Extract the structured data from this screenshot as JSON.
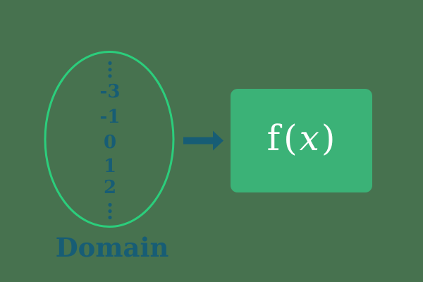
{
  "colors": {
    "background": "#47724F",
    "ellipse_stroke": "#2BCE7C",
    "function_box_fill": "#3BB277",
    "teal_text": "#175D75",
    "function_text": "#FFFFFF"
  },
  "domain_set": {
    "label": "Domain",
    "continuation_top": "⋮",
    "values": [
      "-3",
      "-1",
      "0",
      "1",
      "2"
    ],
    "continuation_bottom": "⋮"
  },
  "function_box": {
    "f": "f",
    "open_paren": "(",
    "variable": "x",
    "close_paren": ")"
  },
  "icons": {
    "arrow": "right-arrow"
  }
}
